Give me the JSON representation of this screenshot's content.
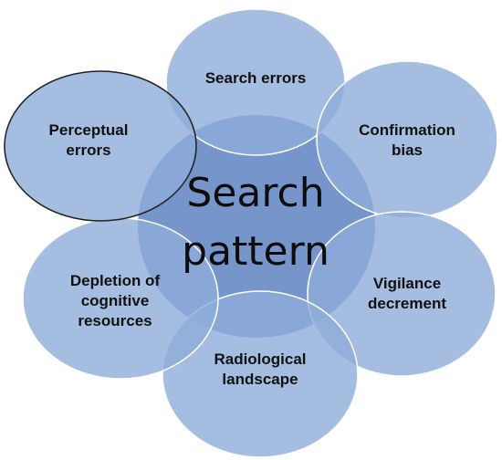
{
  "diagram": {
    "center": {
      "label": "Search\npattern"
    },
    "nodes": [
      {
        "id": "search-errors",
        "label": "Search errors"
      },
      {
        "id": "confirmation-bias",
        "label": "Confirmation\nbias"
      },
      {
        "id": "vigilance-decrement",
        "label": "Vigilance\ndecrement"
      },
      {
        "id": "radiological-landscape",
        "label": "Radiological\nlandscape"
      },
      {
        "id": "depletion-of-cognitive-resources",
        "label": "Depletion of\ncognitive\nresources"
      },
      {
        "id": "perceptual-errors",
        "label": "Perceptual\nerrors",
        "highlighted": true
      }
    ]
  },
  "colors": {
    "circle_fill": "#8fadd9",
    "circle_stroke": "#ffffff",
    "center_fill": "#6f90c8",
    "highlight_stroke": "#222222"
  }
}
